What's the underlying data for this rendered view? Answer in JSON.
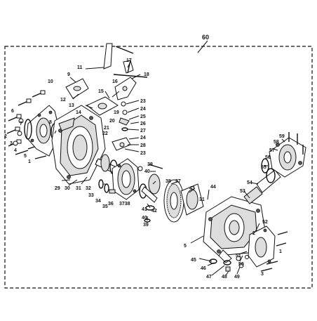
{
  "assembly_number": "60",
  "callouts": {
    "c1": "1",
    "c2": "2",
    "c3": "3",
    "c4": "4",
    "c5": "5",
    "c6": "6",
    "c7": "7",
    "c8": "8",
    "c9": "9",
    "c10": "10",
    "c11": "11",
    "c12": "12",
    "c13": "13",
    "c14": "14",
    "c15": "15",
    "c16": "16",
    "c17": "17",
    "c18": "18",
    "c19": "19",
    "c20": "20",
    "c21": "21",
    "c22": "22",
    "c23": "23",
    "c24": "24",
    "c25": "25",
    "c26": "26",
    "c27": "27",
    "c28": "28",
    "c29": "29",
    "c30": "30",
    "c31": "31",
    "c32": "32",
    "c33": "33",
    "c34": "34",
    "c35": "35",
    "c36": "36",
    "c37": "37",
    "c38": "38",
    "c39": "39",
    "c40": "40",
    "c41": "41",
    "c42": "42",
    "c43": "43",
    "c44": "44",
    "c45": "45",
    "c46": "46",
    "c47": "47",
    "c48": "48",
    "c49": "49",
    "c50": "50",
    "c51": "51",
    "c52": "52",
    "c53": "53",
    "c54": "54",
    "c55": "55",
    "c56": "56",
    "c57": "57",
    "c58": "58",
    "c59": "59",
    "c3738": "3738"
  }
}
